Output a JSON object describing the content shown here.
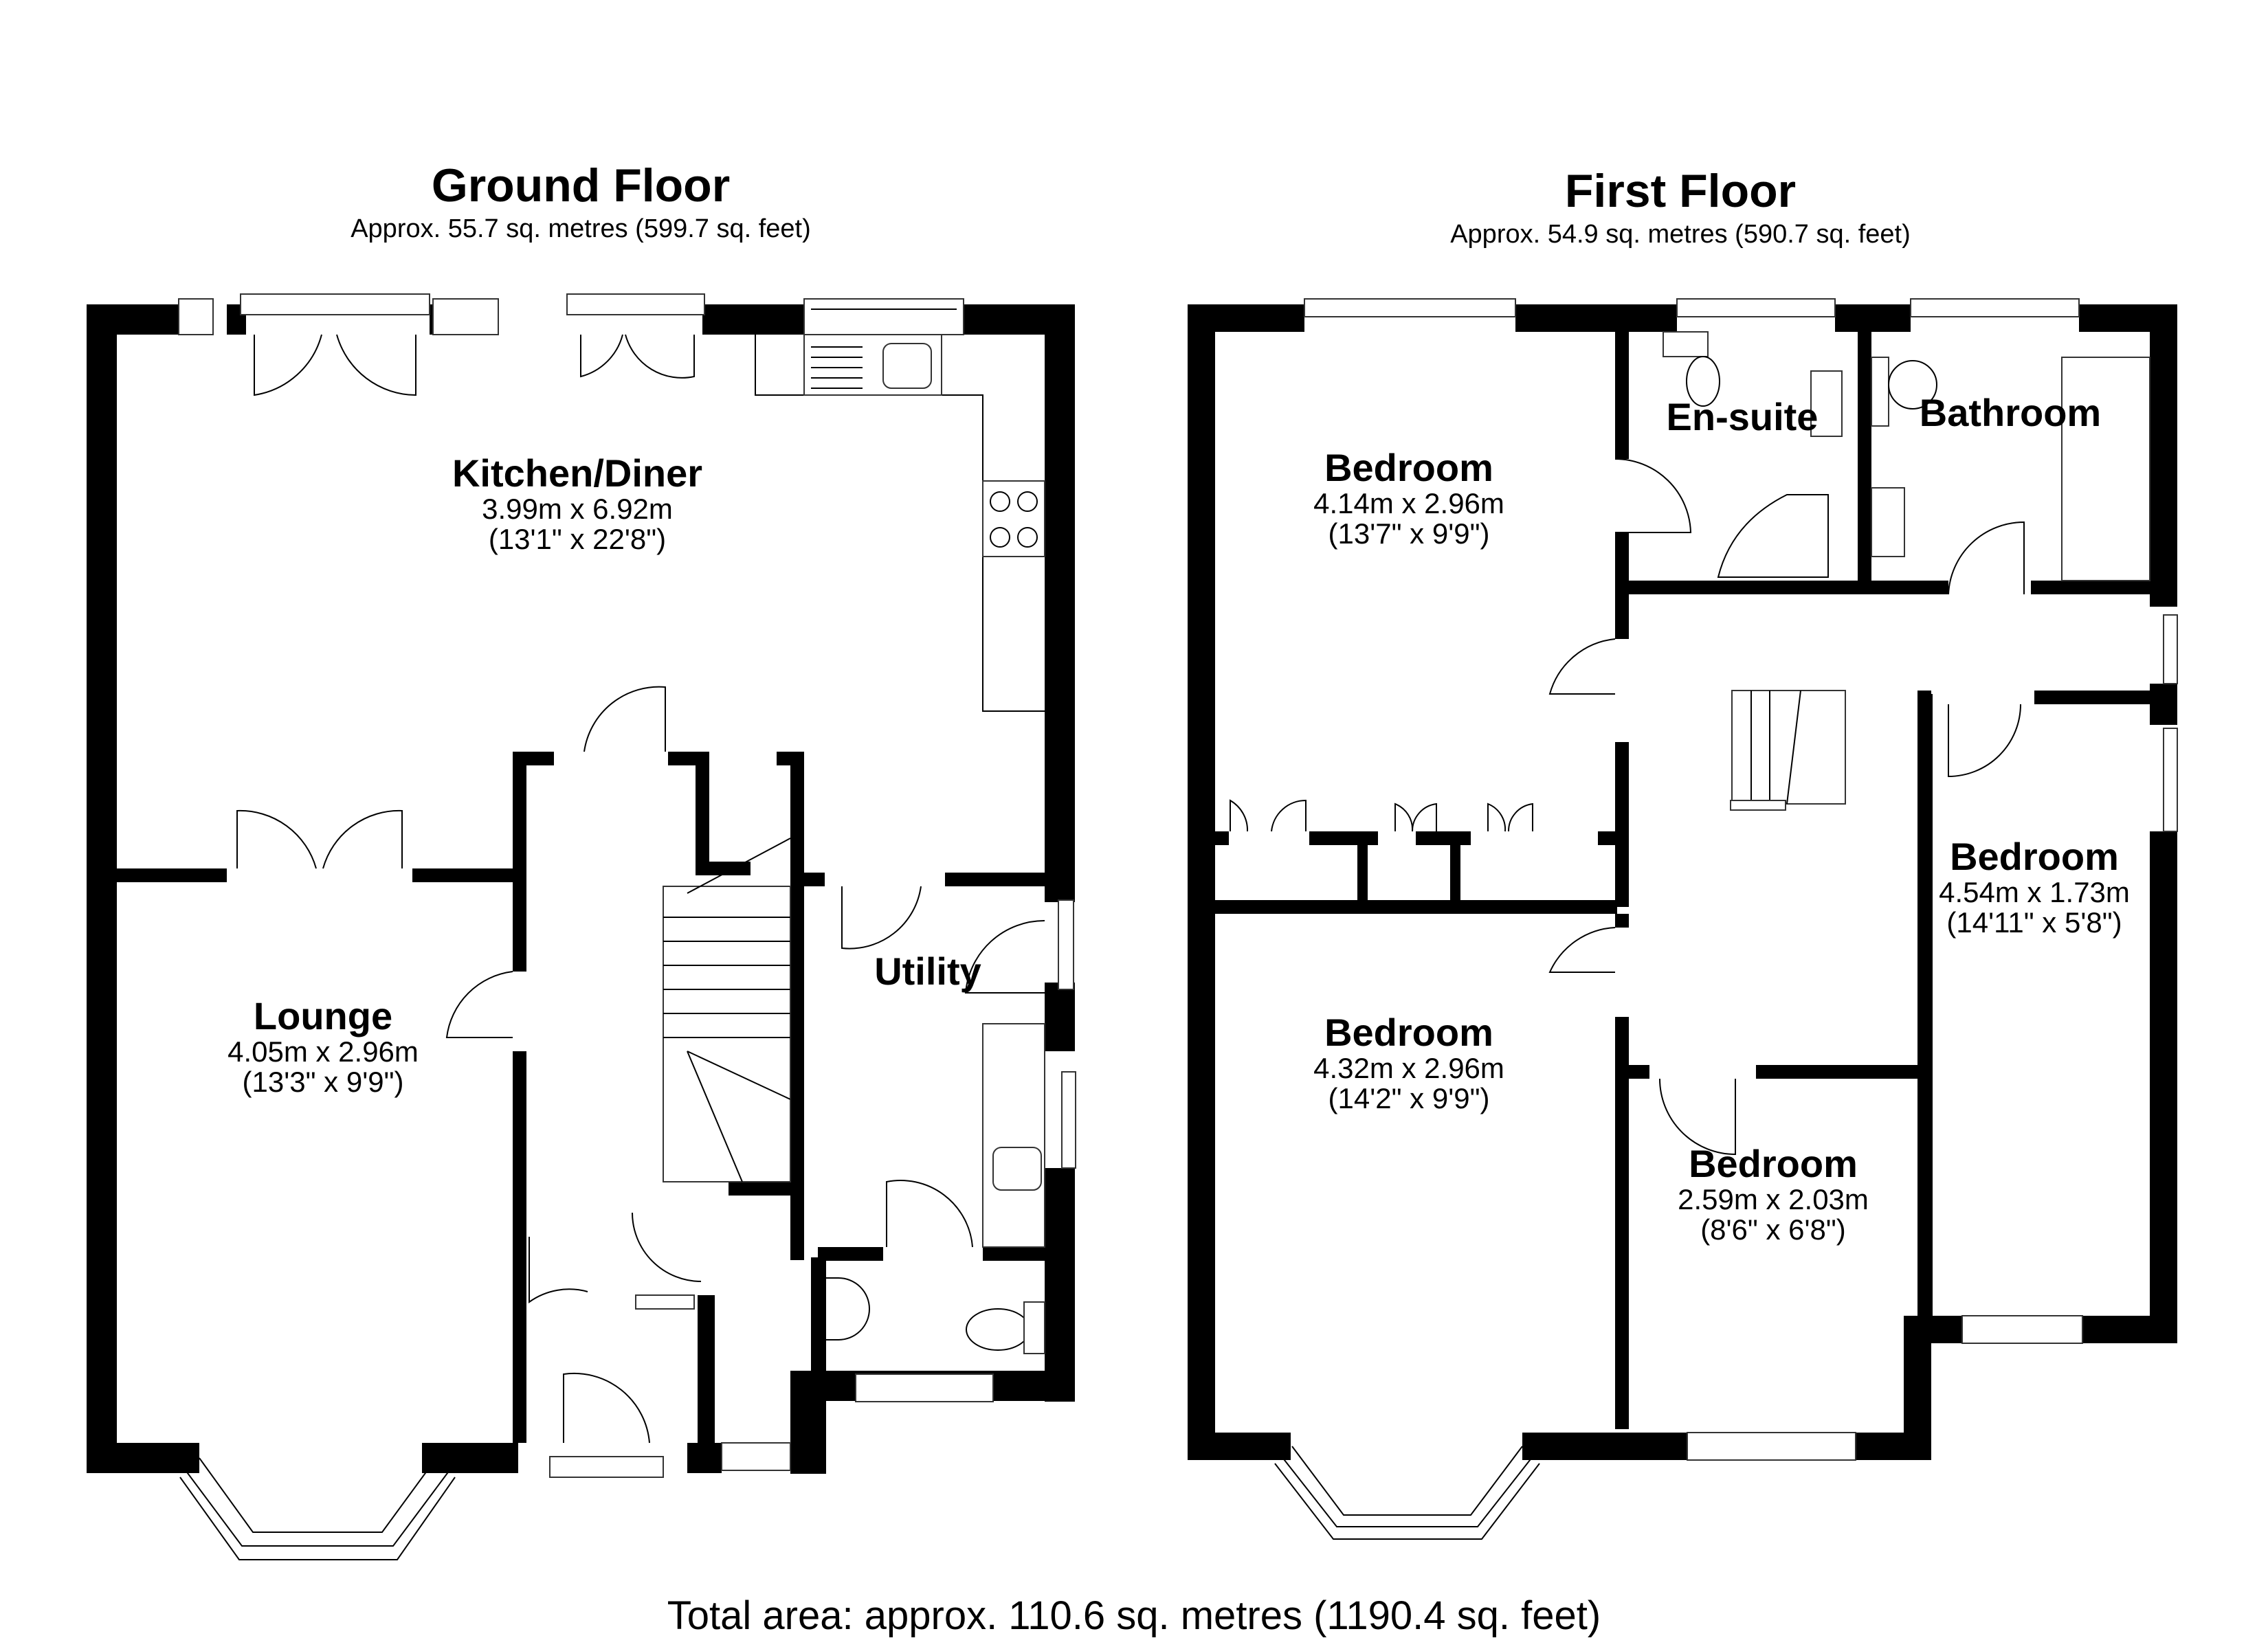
{
  "ground_floor": {
    "title": "Ground Floor",
    "area": "Approx. 55.7 sq. metres (599.7 sq. feet)",
    "rooms": [
      {
        "name": "Kitchen/Diner",
        "metric": "3.99m x 6.92m",
        "imperial": "(13'1\" x 22'8\")"
      },
      {
        "name": "Lounge",
        "metric": "4.05m x 2.96m",
        "imperial": "(13'3\" x 9'9\")"
      },
      {
        "name": "Utility",
        "metric": "",
        "imperial": ""
      }
    ]
  },
  "first_floor": {
    "title": "First Floor",
    "area": "Approx. 54.9 sq. metres (590.7 sq. feet)",
    "rooms": [
      {
        "name": "Bedroom",
        "metric": "4.14m x 2.96m",
        "imperial": "(13'7\" x 9'9\")"
      },
      {
        "name": "En-suite",
        "metric": "",
        "imperial": ""
      },
      {
        "name": "Bathroom",
        "metric": "",
        "imperial": ""
      },
      {
        "name": "Bedroom",
        "metric": "4.54m x 1.73m",
        "imperial": "(14'11\" x 5'8\")"
      },
      {
        "name": "Bedroom",
        "metric": "4.32m x 2.96m",
        "imperial": "(14'2\" x 9'9\")"
      },
      {
        "name": "Bedroom",
        "metric": "2.59m x 2.03m",
        "imperial": "(8'6\" x 6'8\")"
      }
    ]
  },
  "total_area": "Total area: approx. 110.6 sq. metres (1190.4 sq. feet)",
  "colors": {
    "wall": "#000000",
    "background": "#ffffff",
    "fixture_line": "#333333"
  }
}
